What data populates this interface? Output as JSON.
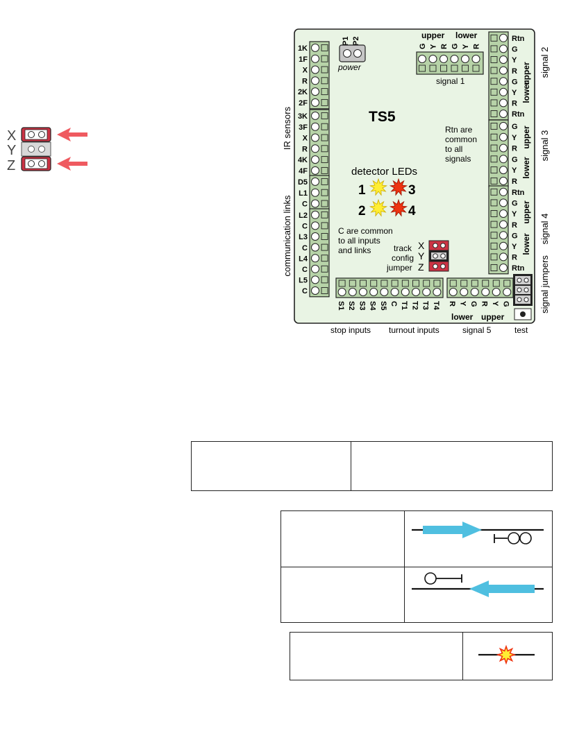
{
  "jumper_legend": {
    "rows": [
      "X",
      "Y",
      "Z"
    ]
  },
  "board": {
    "title": "TS5",
    "power": {
      "pins": [
        "P1",
        "P2"
      ],
      "label": "power"
    },
    "signal1": {
      "group_labels": [
        "upper",
        "lower"
      ],
      "pin_letters": [
        "G",
        "Y",
        "R",
        "G",
        "Y",
        "R"
      ],
      "label": "signal 1"
    },
    "ir_sensors": {
      "label": "IR sensors",
      "group1": [
        "1K",
        "1F",
        "X",
        "R",
        "2K",
        "2F"
      ],
      "group2": [
        "3K",
        "3F",
        "X",
        "R",
        "4K",
        "4F"
      ]
    },
    "comm_links": {
      "label": "communication links",
      "group1": [
        "D5",
        "L1",
        "C"
      ],
      "group2": [
        "L2",
        "C",
        "L3",
        "C",
        "L4",
        "C",
        "L5",
        "C"
      ]
    },
    "right_pins": {
      "signal2": [
        "Rtn",
        "G",
        "Y",
        "R",
        "G",
        "Y",
        "R",
        "Rtn"
      ],
      "signal3": [
        "G",
        "Y",
        "R",
        "G",
        "Y",
        "R"
      ],
      "signal4": [
        "Rtn",
        "G",
        "Y",
        "R",
        "G",
        "Y",
        "R",
        "Rtn"
      ]
    },
    "right_group_labels": {
      "upper": "upper",
      "lower": "lower"
    },
    "right_signal_labels": {
      "signal2": "signal 2",
      "signal3": "signal 3",
      "signal4": "signal 4",
      "jumpers": "signal jumpers"
    },
    "rtn_note": [
      "Rtn are",
      "common",
      "to all",
      "signals"
    ],
    "detector": {
      "title": "detector LEDs",
      "numbers": [
        "1",
        "3",
        "2",
        "4"
      ]
    },
    "c_note": [
      "C are common",
      "to all inputs",
      "and links"
    ],
    "track_config": {
      "lines": [
        "track",
        "config",
        "jumper"
      ],
      "letters": [
        "X",
        "Y",
        "Z"
      ]
    },
    "bottom": {
      "stop_pins": [
        "S1",
        "S2",
        "S3",
        "S4",
        "S5",
        "C"
      ],
      "turnout_pins": [
        "T1",
        "T2",
        "T3",
        "T4"
      ],
      "signal5_pins": [
        "R",
        "Y",
        "G",
        "R",
        "Y",
        "G"
      ],
      "signal5_groups": {
        "lower": "lower",
        "upper": "upper"
      },
      "labels": {
        "stop": "stop inputs",
        "turnout": "turnout inputs",
        "signal5": "signal 5",
        "test": "test"
      }
    }
  },
  "colors": {
    "board": "#e9f4e4",
    "terminal": "#b7d3a8",
    "jumper_red": "#cc3344",
    "arrow": "#ef5a60",
    "track_arrow": "#4fbfe0",
    "led_yellow": "#ffee33",
    "led_red": "#ee3311"
  }
}
